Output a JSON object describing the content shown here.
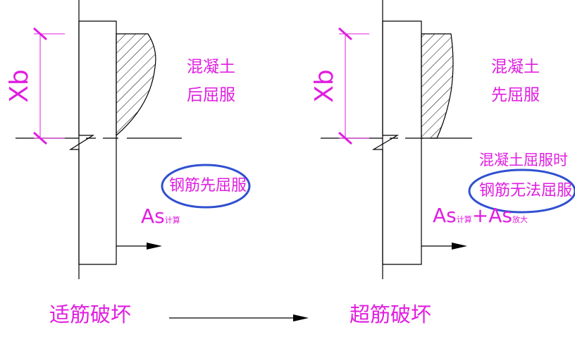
{
  "colors": {
    "line": "#000000",
    "accent": "#e01ee0",
    "highlight": "#3050d0",
    "background": "#ffffff"
  },
  "left_panel": {
    "dimension_label": "Xb",
    "concrete_line1": "混凝土",
    "concrete_line2": "后屈服",
    "steel_note": "钢筋先屈服",
    "as_main": "As",
    "as_sub": "计算",
    "caption": "适筋破坏"
  },
  "right_panel": {
    "dimension_label": "Xb",
    "concrete_line1": "混凝土",
    "concrete_line2": "先屈服",
    "note_line1": "混凝土屈服时",
    "note_line2": "钢筋无法屈服",
    "as_main1": "As",
    "as_sub1": "计算",
    "plus": "+",
    "as_main2": "As",
    "as_sub2": "放大",
    "caption": "超筋破坏"
  }
}
